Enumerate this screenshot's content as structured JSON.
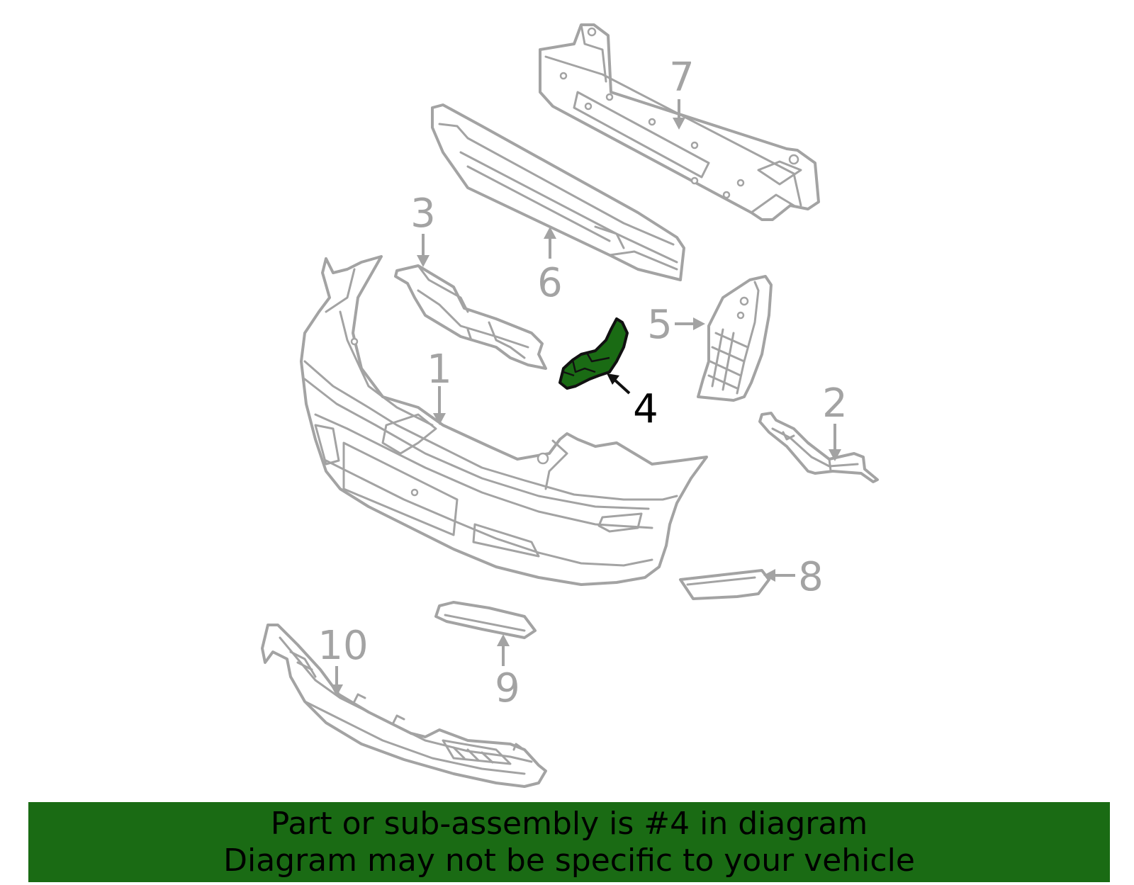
{
  "diagram": {
    "highlight_color": "#1a6b14",
    "line_color": "#a3a3a3",
    "callouts": [
      {
        "id": "1",
        "label": "1",
        "highlighted": false
      },
      {
        "id": "2",
        "label": "2",
        "highlighted": false
      },
      {
        "id": "3",
        "label": "3",
        "highlighted": false
      },
      {
        "id": "4",
        "label": "4",
        "highlighted": true
      },
      {
        "id": "5",
        "label": "5",
        "highlighted": false
      },
      {
        "id": "6",
        "label": "6",
        "highlighted": false
      },
      {
        "id": "7",
        "label": "7",
        "highlighted": false
      },
      {
        "id": "8",
        "label": "8",
        "highlighted": false
      },
      {
        "id": "9",
        "label": "9",
        "highlighted": false
      },
      {
        "id": "10",
        "label": "10",
        "highlighted": false
      }
    ]
  },
  "banner": {
    "background_color": "#1a6b14",
    "line1": "Part or sub-assembly is #4 in diagram",
    "line2": "Diagram may not be specific to your vehicle"
  }
}
